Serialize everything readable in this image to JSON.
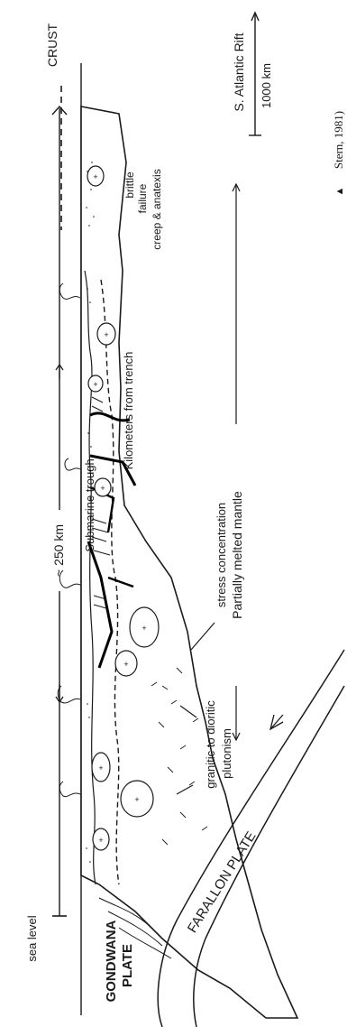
{
  "labels": {
    "km_from_trench": "Kilometers from trench",
    "distance_250": "~ 250 km",
    "submarine_trough": "Submarine trough",
    "stress_concentration": "stress concentration",
    "partially_melted_mantle": "Partially melted mantle",
    "granitic": "granitic to dioritic",
    "plutonism": "plutonism",
    "gondwana": "GONDWANA",
    "plate": "PLATE",
    "farallon": "FARALLON PLATE",
    "sea_level": "sea level",
    "crust": "CRUST",
    "brittle": "brittle",
    "failure": "failure",
    "creep": "creep & anatexis",
    "s_atlantic_rift": "S. Atlantic Rift",
    "scale_1000": "1000 km",
    "citation": "Stern, 1981)"
  },
  "colors": {
    "ink": "#1a1a1a",
    "paper": "#ffffff"
  }
}
